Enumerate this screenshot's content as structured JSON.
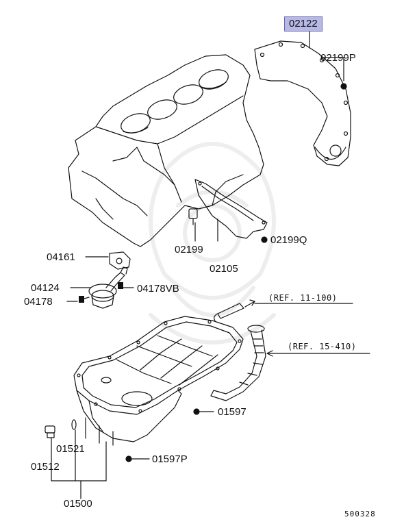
{
  "diagram": {
    "labels": {
      "p02122": "02122",
      "p02199P": "02199P",
      "p02199": "02199",
      "p02199Q": "02199Q",
      "p02105": "02105",
      "p04161": "04161",
      "p04124": "04124",
      "p04178VB": "04178VB",
      "p04178": "04178",
      "ref11": "(REF. 11-100)",
      "ref15": "(REF. 15-410)",
      "p01597": "01597",
      "p01521": "01521",
      "p01512": "01512",
      "p01597P": "01597P",
      "p01500": "01500",
      "code": "500328"
    },
    "highlight_color": "#b8b8e6",
    "line_color": "#111111"
  }
}
